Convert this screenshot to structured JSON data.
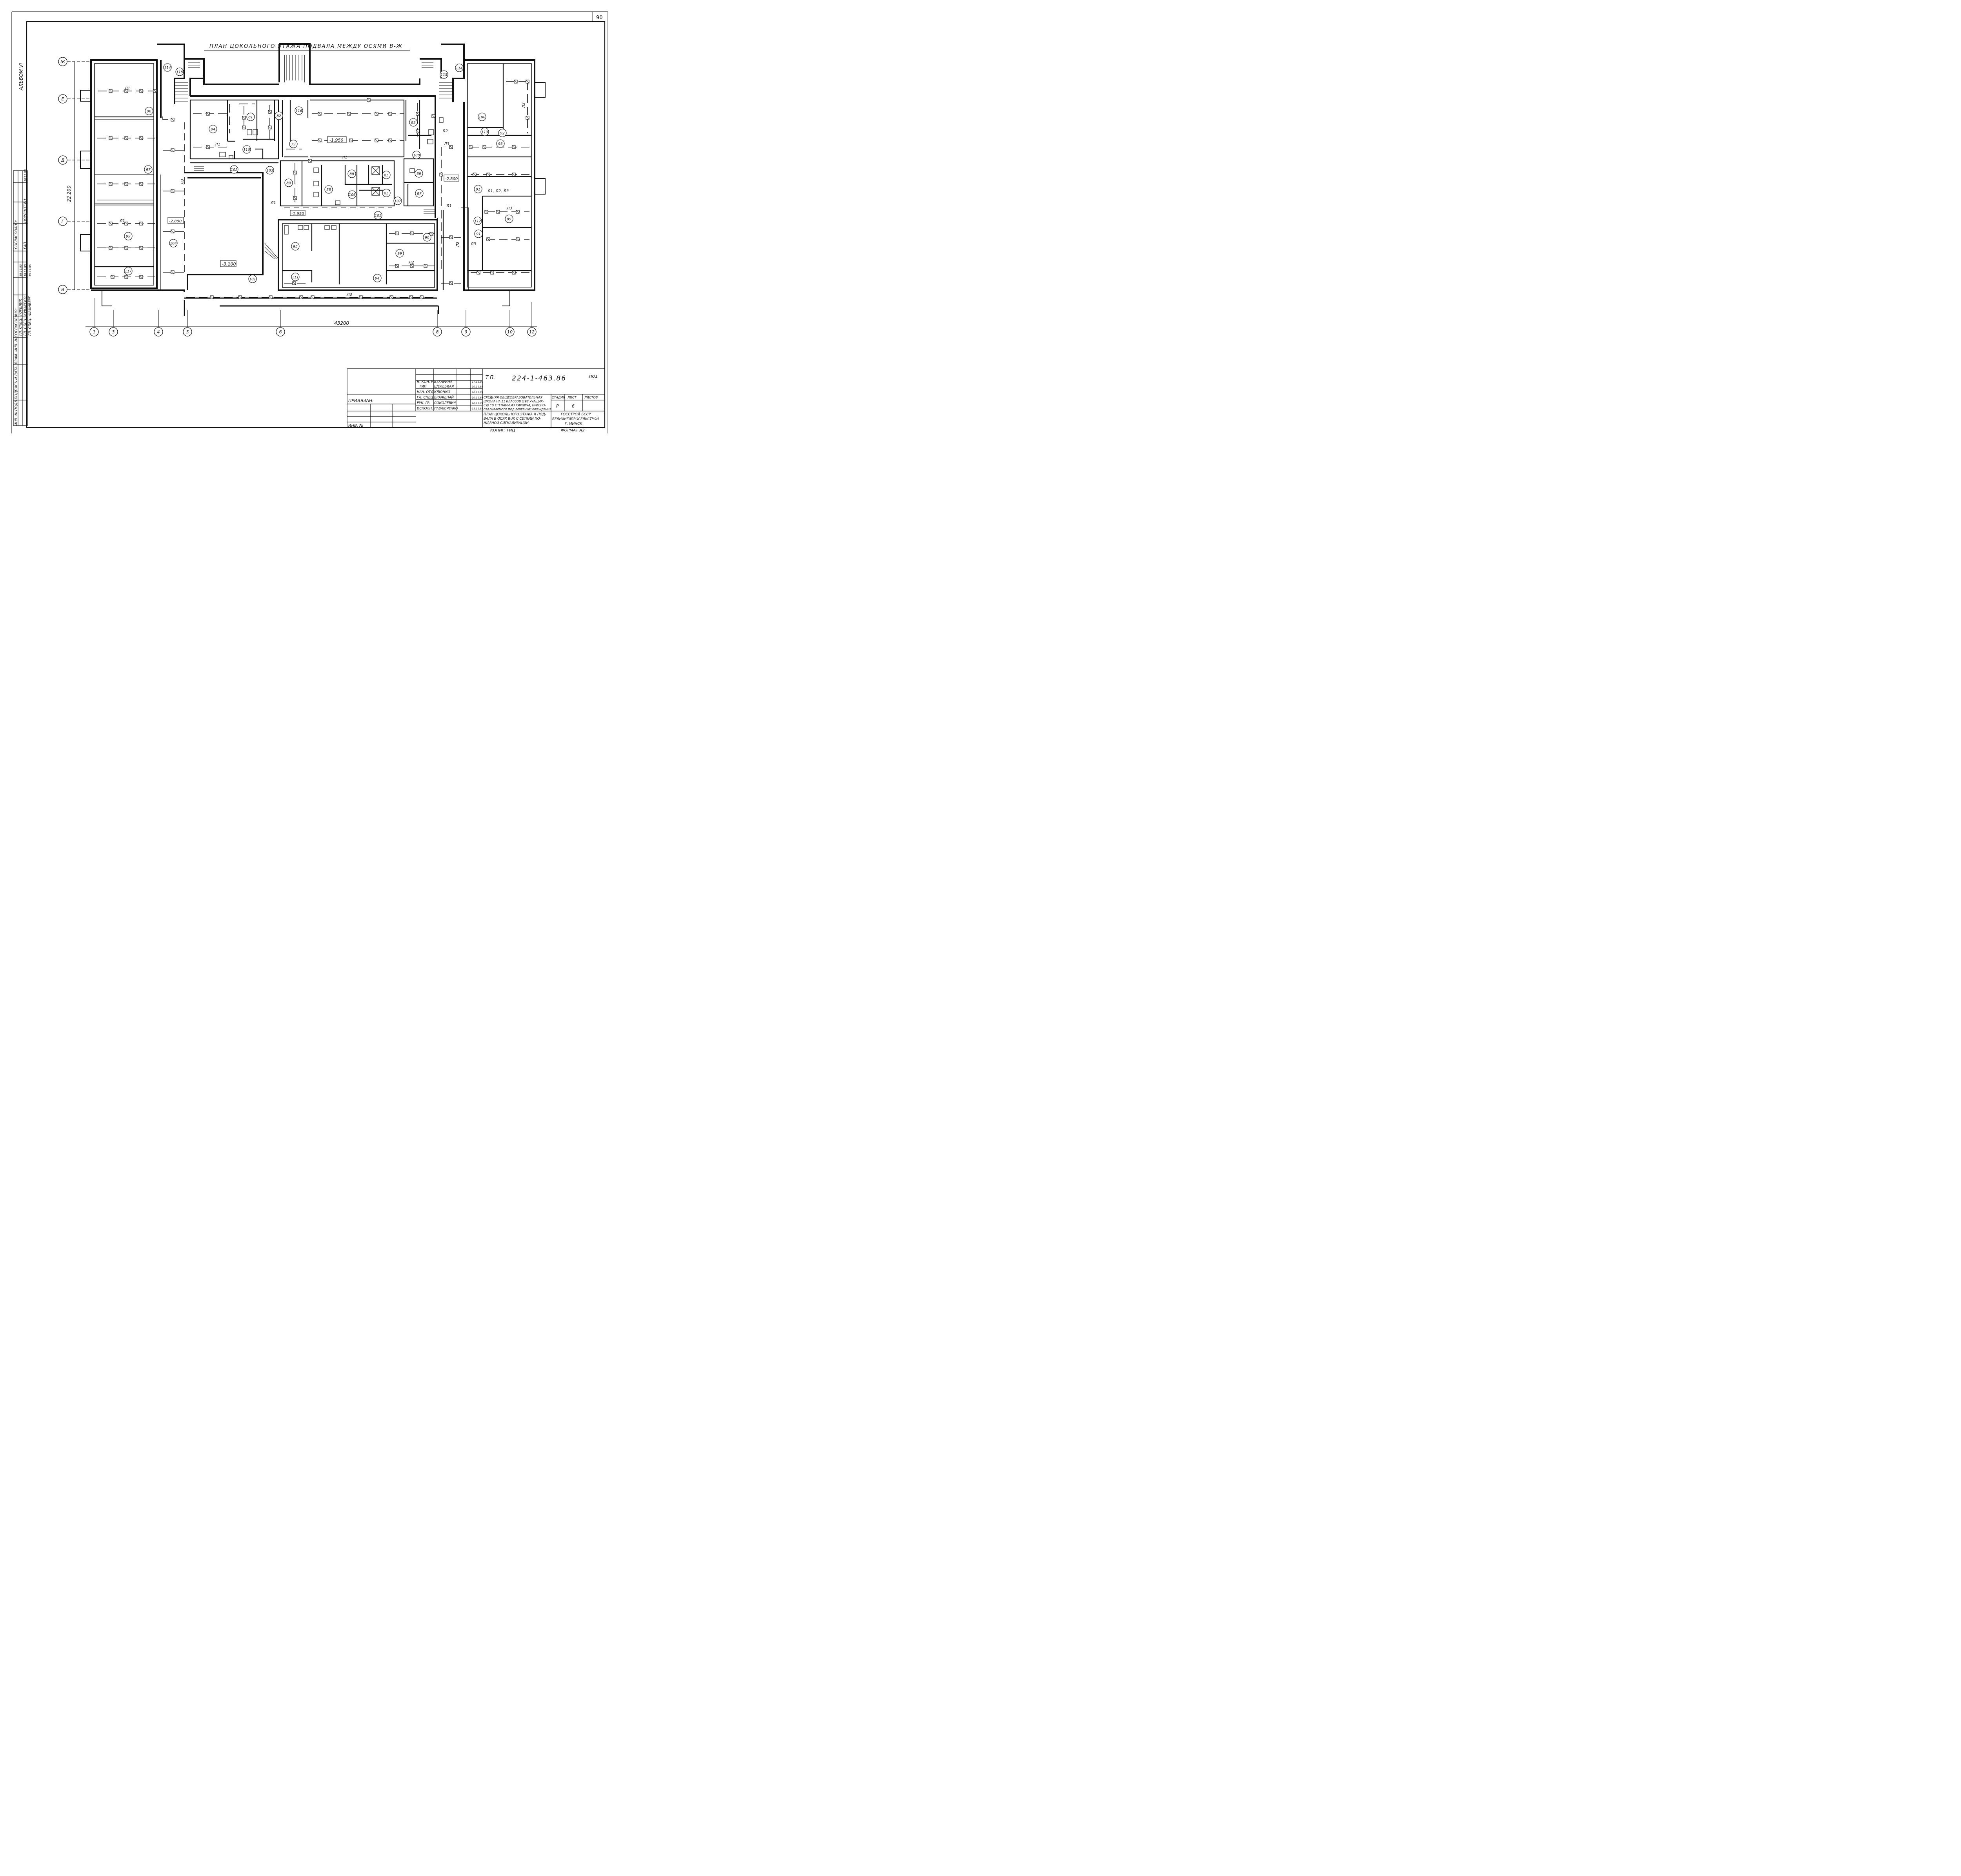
{
  "sheet_number": "90",
  "album_label": "АЛЬБОМ VI",
  "plan_title": "ПЛАН ЦОКОЛЬНОГО ЭТАЖА ПОДВАЛА МЕЖДУ ОСЯМИ В-Ж",
  "axes": {
    "rows": [
      "Ж",
      "Е",
      "Д",
      "Г",
      "В"
    ],
    "cols": [
      "1",
      "3",
      "4",
      "5",
      "6",
      "8",
      "9",
      "10",
      "12"
    ]
  },
  "dimensions": {
    "height": "22 200",
    "width": "43200"
  },
  "levels": [
    "-1.950",
    "-1.950",
    "-3.100",
    "-2.800",
    "-2.800"
  ],
  "line_labels": [
    "Л1",
    "Л1",
    "Л1",
    "Л1",
    "Л1",
    "Л1",
    "Л2",
    "Л2",
    "Л2",
    "Л3",
    "Л3",
    "Л3",
    "Л3",
    "Л3",
    "Л3",
    "Л1, Л2, Л3"
  ],
  "rooms": [
    "114",
    "115",
    "96",
    "97",
    "99",
    "117",
    "104",
    "84",
    "81",
    "82",
    "116",
    "110",
    "102",
    "103",
    "79",
    "83",
    "108",
    "80",
    "88",
    "88",
    "85",
    "85",
    "106",
    "107",
    "86",
    "87",
    "101",
    "105",
    "95",
    "111",
    "94",
    "99",
    "90",
    "115",
    "114",
    "100",
    "113",
    "92",
    "93",
    "91",
    "89",
    "112",
    "91"
  ],
  "approval": {
    "heading_left": "СОГЛАСОВАНО:",
    "heading_right": "СОГЛАСОВАНО:",
    "rows": [
      {
        "role": "ГЛ. СПЕЦ.",
        "name": "ГОРЕЛИК",
        "date": "18.11.85"
      },
      {
        "role": "ГЛ. СПЕЦ.",
        "name": "КУКАРЕКО",
        "date": "18.11.85"
      },
      {
        "role": "ГЛ. СПЕЦ.",
        "name": "ФАЙНБЕРГ",
        "date": "19.11.85"
      }
    ],
    "right_rows": [
      {
        "role": "ГАП",
        "name": "НОРДШТЕЙН",
        "date": "18.11.85"
      }
    ]
  },
  "inventory_columns": [
    "ИНВ. № ПОДЛ.",
    "ПОДПИСЬ И ДАТА",
    "ВЗАМ. ИНВ. №"
  ],
  "title_block": {
    "doc_code_prefix": "Т П.",
    "doc_code": "224-1-463.86",
    "sheet_code": "ПО1",
    "privyazan": "ПРИВЯЗАН:",
    "inv_no": "ИНВ. №",
    "people": [
      {
        "role": "Н. КОНТР.",
        "name": "БУХАРИНА",
        "date": "17.11.85"
      },
      {
        "role": "ГИП",
        "name": "ШЕЛЕБИАЯ",
        "date": "10.11.85"
      },
      {
        "role": "НАЧ. ОТД.",
        "name": "КЛЮНКО",
        "date": "10.11.85"
      },
      {
        "role": "ГЛ. СПЕЦ.",
        "name": "БРАЖЕНАЙ",
        "date": "10.11.85"
      },
      {
        "role": "РУК. ГР.",
        "name": "СОКОЛЕВИЧ",
        "date": "10.11.85"
      },
      {
        "role": "ИСПОЛН.",
        "name": "ПАВЛЮЧЕНКО",
        "date": "11.11.85"
      }
    ],
    "project_lines": [
      "СРЕДНЯЯ ОБЩЕОБРАЗОВАТЕЛЬНАЯ",
      "ШКОЛА НА 11 КЛАССОВ (198 УЧАЩИХ-",
      "СЯ) СО СТЕНАМИ ИЗ КИРПИЧА, ПРИСПО-",
      "САБЛИВАЕМОГО ПОД ЛЕЧЕБНЫЕ УЧРЕЖДЕНИЯ"
    ],
    "stage_header": "СТАДИЯ",
    "sheet_header": "ЛИСТ",
    "sheets_header": "ЛИСТОВ",
    "stage": "Р",
    "sheet": "6",
    "drawing_lines": [
      "ПЛАН ЦОКОЛЬНОГО ЭТАЖА И ПОД-",
      "ВАЛА В ОСЯХ В-Ж С СЕТЯМИ ПО-",
      "ЖАРНОЙ СИГНАЛИЗАЦИИ."
    ],
    "org_lines": [
      "ГОССТРОЙ БССР",
      "БЕЛНИИГИПРОСЕЛЬСТРОЙ",
      "Г. МИНСК"
    ],
    "copied": "КОПИР. ГИЦ",
    "format": "ФОРМАТ А2"
  }
}
